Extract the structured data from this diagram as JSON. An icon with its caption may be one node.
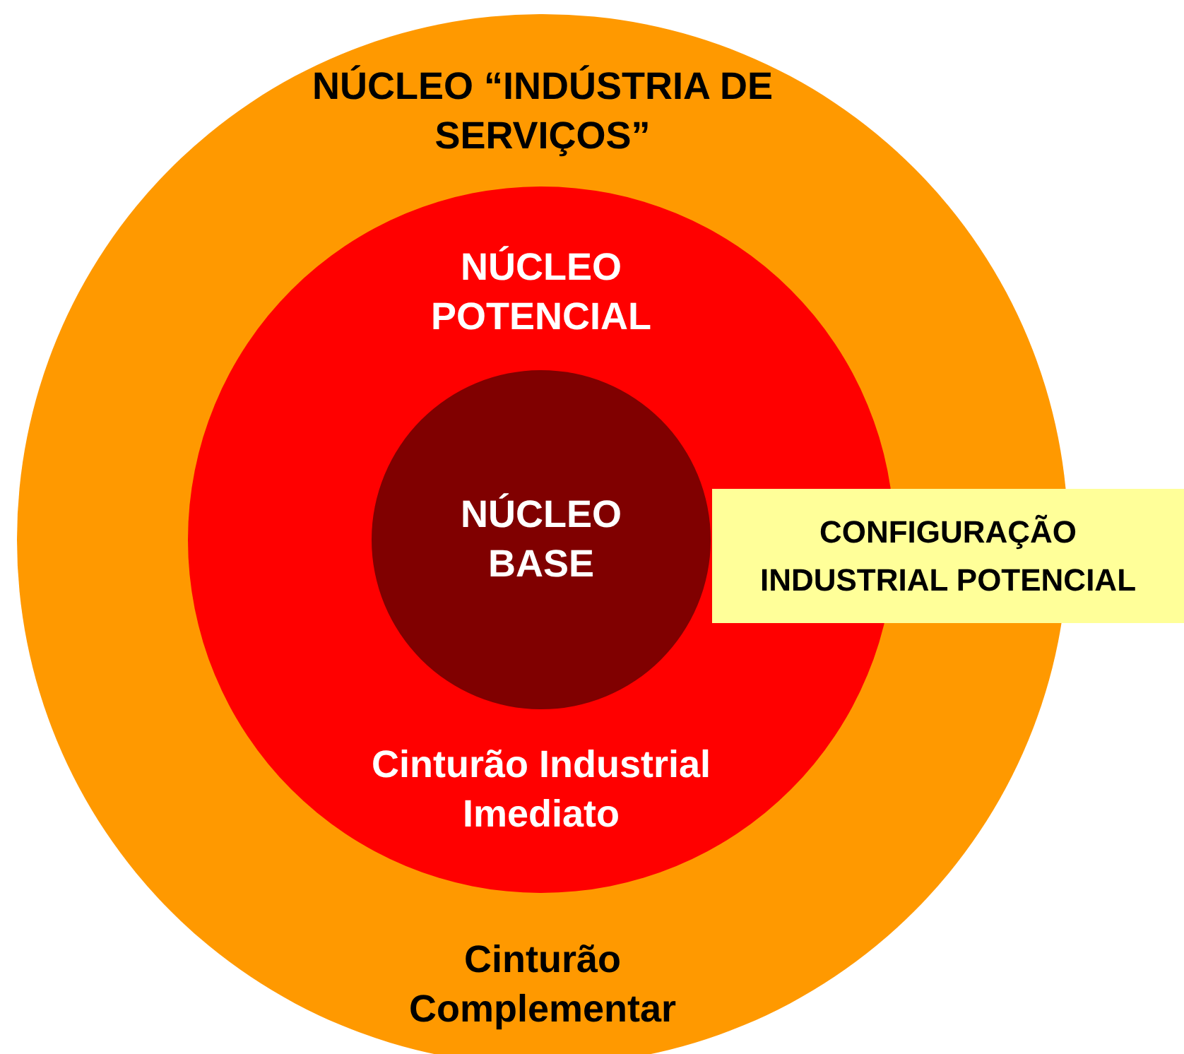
{
  "diagram": {
    "nodes": [
      {
        "text": [
          "NÚCLEO “INDÚSTRIA DE SERVIÇOS”",
          "Cinturão Complementar"
        ]
      },
      {
        "text": [
          "NÚCLEO POTENCIAL",
          "Cinturão Industrial Imediato"
        ],
        "in": 0
      },
      {
        "text": [
          "NÚCLEO BASE"
        ],
        "in": 1
      },
      {
        "text": [
          "CONFIGURAÇÃO INDUSTRIAL POTENCIAL"
        ]
      }
    ],
    "edges": []
  }
}
